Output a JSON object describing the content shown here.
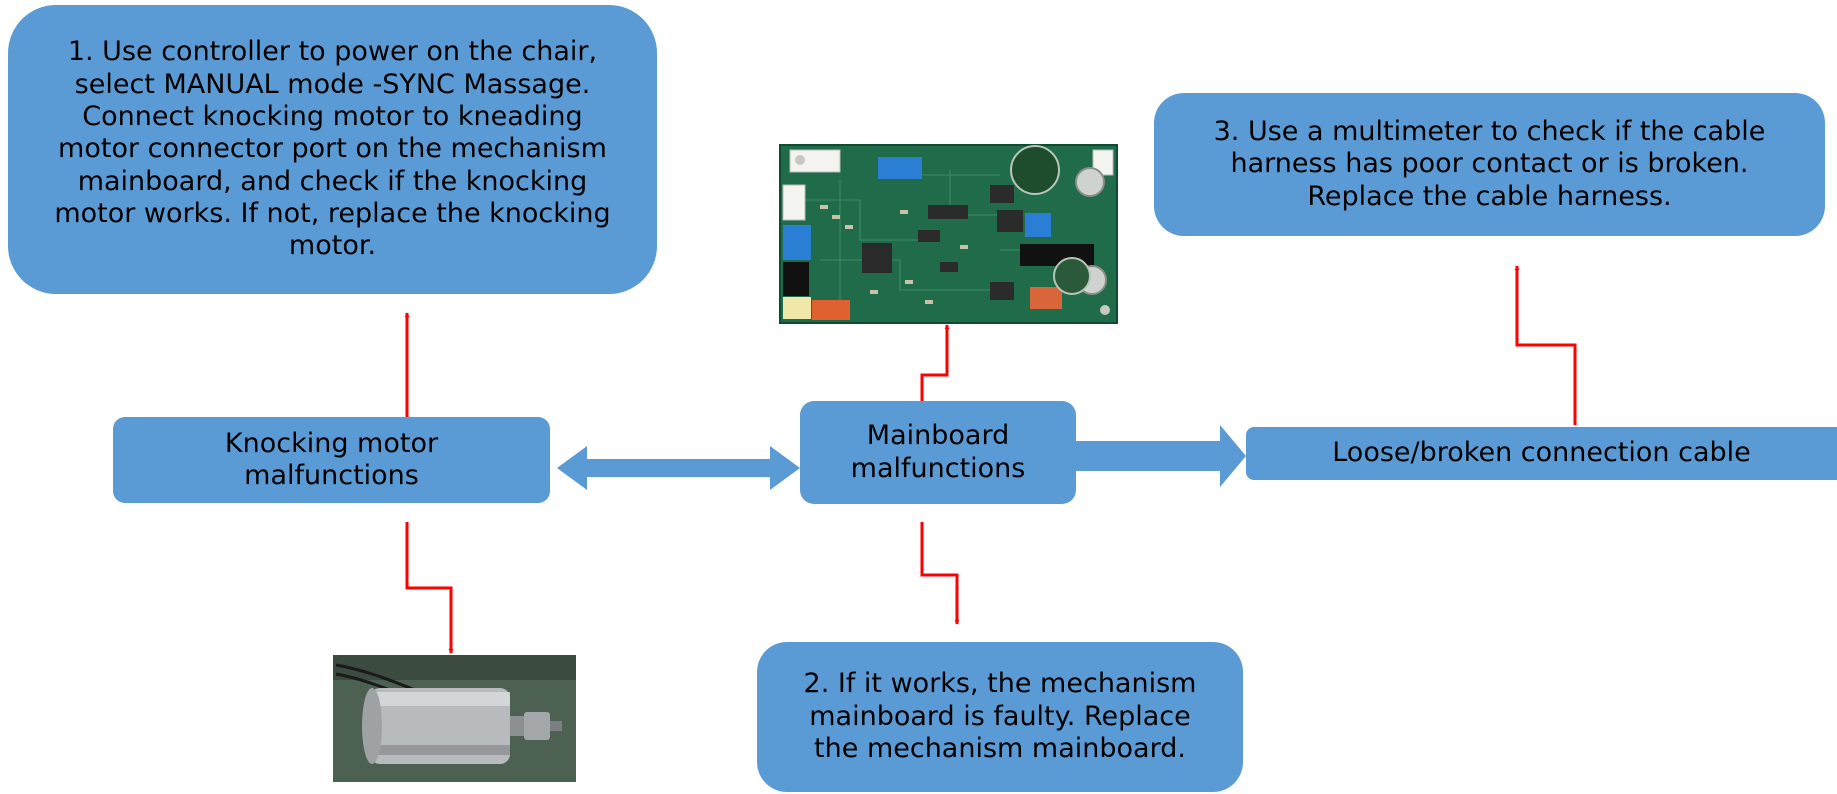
{
  "nodes": {
    "step1": "1. Use controller to power on the chair,\nselect MANUAL mode -SYNC Massage.\nConnect knocking motor to kneading\nmotor connector port on the mechanism\nmainboard, and check if the knocking\nmotor works. If not, replace the knocking\nmotor.",
    "step2": "2. If it works, the mechanism\nmainboard is faulty. Replace\nthe mechanism mainboard.",
    "step3": "3. Use a multimeter to check if the cable\nharness has poor contact or is broken.\nReplace the cable harness.",
    "knocking_motor": "Knocking motor\nmalfunctions",
    "mainboard": "Mainboard\nmalfunctions",
    "cable": "Loose/broken connection cable"
  },
  "photos": {
    "mainboard_pcb": "mainboard-photo",
    "knocking_motor": "motor-photo"
  },
  "colors": {
    "box": "#5b9bd5",
    "connector_arrow": "#5b9bd5",
    "flow_arrow": "#ff0000",
    "pcb": "#1f6b4a"
  }
}
